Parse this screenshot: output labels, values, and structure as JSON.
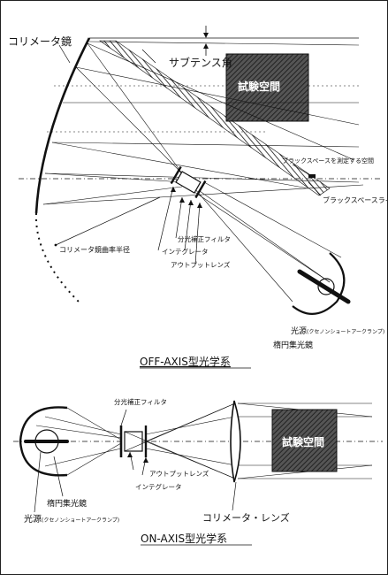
{
  "off_axis": {
    "collimator_mirror": "コリメータ鏡",
    "subtense_angle": "サブテンス角",
    "test_space": "試験空間",
    "black_space_target": "ブラックスペースを測定する空間",
    "black_space_line": "ブラックスペースライン",
    "spectral_filter": "分光補正フィルタ",
    "integrator": "インテグレータ",
    "output_lens": "アウトプットレンズ",
    "mirror_curvature_radius": "コリメータ鏡曲率半径",
    "light_source": "光源",
    "light_source_note": "(クセノンショートアークランプ)",
    "ellipsoid_mirror": "楕円集光鏡",
    "caption": "OFF-AXIS型光学系"
  },
  "on_axis": {
    "spectral_filter": "分光補正フィルタ",
    "output_lens": "アウトプットレンズ",
    "integrator": "インテグレータ",
    "ellipsoid_mirror": "楕円集光鏡",
    "light_source": "光源",
    "light_source_note": "(クセノンショートアークランプ)",
    "collimator_lens": "コリメータ・レンズ",
    "test_space": "試験空間",
    "caption": "ON-AXIS型光学系"
  },
  "colors": {
    "ink": "#111111",
    "hatch": "#333333",
    "paper": "#ffffff"
  }
}
